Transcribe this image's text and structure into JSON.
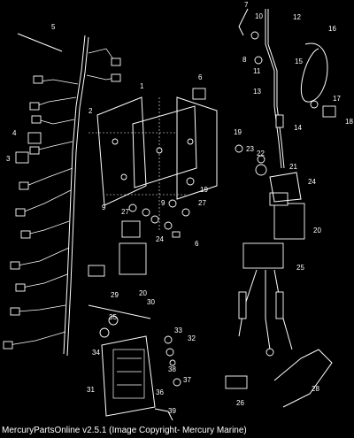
{
  "diagram": {
    "parts": [
      "1",
      "2",
      "3",
      "4",
      "5",
      "6",
      "6",
      "7",
      "8",
      "9",
      "9",
      "10",
      "11",
      "12",
      "13",
      "14",
      "15",
      "16",
      "17",
      "18",
      "19",
      "19",
      "20",
      "20",
      "21",
      "22",
      "23",
      "24",
      "24",
      "25",
      "26",
      "27",
      "27",
      "28",
      "29",
      "30",
      "31",
      "32",
      "33",
      "34",
      "35",
      "36",
      "37",
      "38",
      "39"
    ]
  },
  "caption": "MercuryPartsOnline v2.5.1 (Image Copyright- Mercury Marine)"
}
